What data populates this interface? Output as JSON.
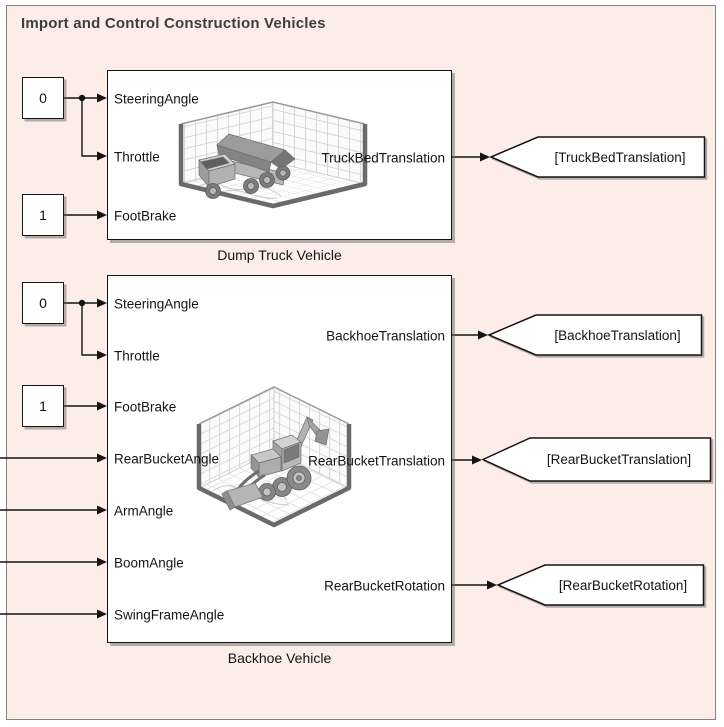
{
  "area": {
    "title": "Import and Control Construction Vehicles",
    "fill_color": "#fdede8",
    "border_color": "#848484"
  },
  "wire_color": "#141414",
  "blocks": [
    {
      "caption": "Dump Truck Vehicle",
      "preview_icon": "dump-truck-3d-preview",
      "inputs": [
        "SteeringAngle",
        "Throttle",
        "FootBrake"
      ],
      "outputs": [
        "TruckBedTranslation"
      ]
    },
    {
      "caption": "Backhoe Vehicle",
      "preview_icon": "backhoe-3d-preview",
      "inputs": [
        "SteeringAngle",
        "Throttle",
        "FootBrake",
        "RearBucketAngle",
        "ArmAngle",
        "BoomAngle",
        "SwingFrameAngle"
      ],
      "outputs": [
        "BackhoeTranslation",
        "RearBucketTranslation",
        "RearBucketRotation"
      ]
    }
  ],
  "constants": [
    {
      "value": "0"
    },
    {
      "value": "1"
    },
    {
      "value": "0"
    },
    {
      "value": "1"
    }
  ],
  "goto_tags": [
    {
      "label": "[TruckBedTranslation]"
    },
    {
      "label": "[BackhoeTranslation]"
    },
    {
      "label": "[RearBucketTranslation]"
    },
    {
      "label": "[RearBucketRotation]"
    }
  ]
}
